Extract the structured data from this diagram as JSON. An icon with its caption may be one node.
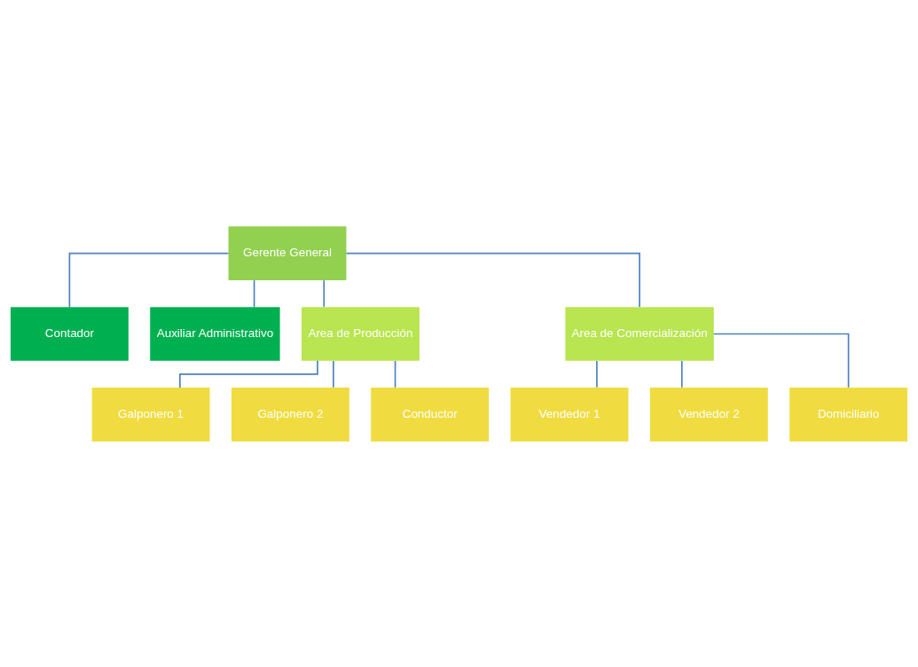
{
  "diagram": {
    "nodes": [
      {
        "text": [
          "Gerente General"
        ]
      },
      {
        "text": [
          "Contador"
        ]
      },
      {
        "text": [
          "Auxiliar Administrativo"
        ]
      },
      {
        "text": [
          "Area de Producción"
        ]
      },
      {
        "text": [
          "Area de Comercialización"
        ]
      },
      {
        "text": [
          "Galponero 1"
        ]
      },
      {
        "text": [
          "Galponero 2"
        ]
      },
      {
        "text": [
          "Conductor"
        ]
      },
      {
        "text": [
          "Vendedor 1"
        ]
      },
      {
        "text": [
          "Vendedor 2"
        ]
      },
      {
        "text": [
          "Domiciliario"
        ]
      }
    ],
    "edges": [
      {
        "from": 0,
        "to": 1,
        "arrow": "none"
      },
      {
        "from": 0,
        "to": 2,
        "arrow": "none"
      },
      {
        "from": 0,
        "to": 3,
        "arrow": "none"
      },
      {
        "from": 0,
        "to": 4,
        "arrow": "none"
      },
      {
        "from": 3,
        "to": 5,
        "arrow": "none"
      },
      {
        "from": 3,
        "to": 6,
        "arrow": "none"
      },
      {
        "from": 3,
        "to": 7,
        "arrow": "none"
      },
      {
        "from": 4,
        "to": 8,
        "arrow": "none"
      },
      {
        "from": 4,
        "to": 9,
        "arrow": "none"
      },
      {
        "from": 4,
        "to": 10,
        "arrow": "none"
      }
    ]
  }
}
